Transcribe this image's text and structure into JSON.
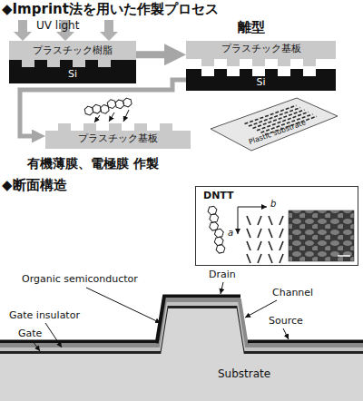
{
  "diagram": {
    "title": "◆Imprint法を用いた作製プロセス",
    "nodes": [
      {
        "text": [
          "プラスチック樹脂"
        ]
      },
      {
        "text": [
          "Si"
        ]
      },
      {
        "text": [
          "プラスチック基板"
        ]
      },
      {
        "text": [
          "Si"
        ]
      },
      {
        "text": [
          "プラスチック基板"
        ]
      },
      {
        "text": [
          "Plastic substrate"
        ]
      },
      {
        "text": [
          "DNTT"
        ]
      },
      {
        "text": [
          "Substrate"
        ]
      }
    ],
    "edges": [
      {
        "from": 0,
        "to": 2,
        "arrow": "to"
      },
      {
        "from": 3,
        "to": 4,
        "arrow": "to"
      }
    ],
    "labels": [
      "UV light",
      "離型",
      "有機薄膜、電極膜 作製",
      "◆断面構造",
      "b",
      "a",
      "Organic semiconductor",
      "Drain",
      "Channel",
      "Source",
      "Gate insulator",
      "Gate"
    ]
  }
}
